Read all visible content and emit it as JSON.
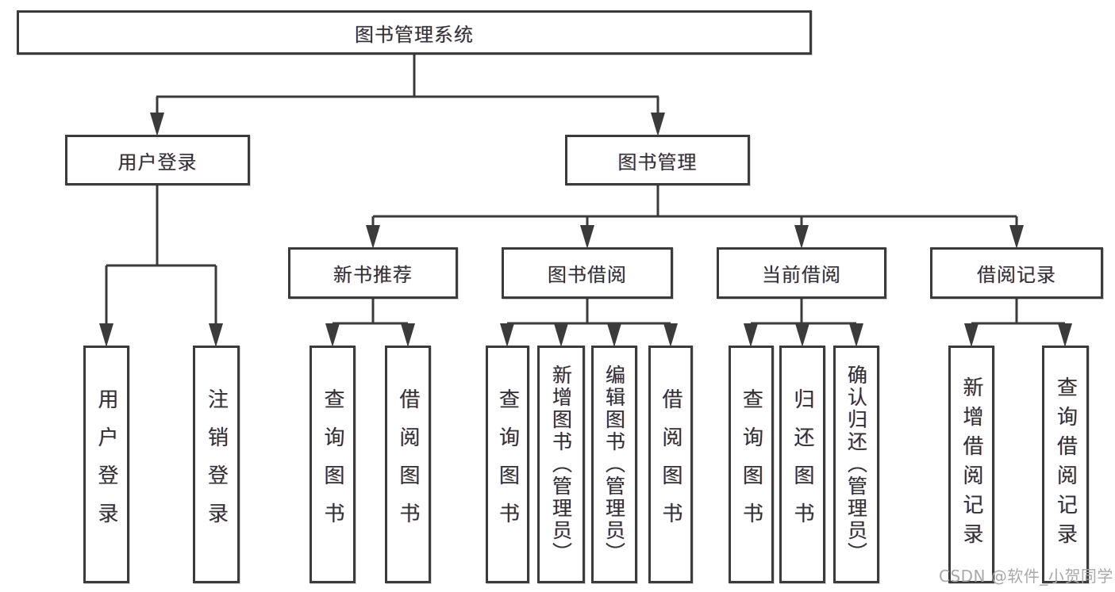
{
  "nodes": {
    "root": "图书管理系统",
    "l2": [
      "用户登录",
      "图书管理"
    ],
    "l3": [
      "新书推荐",
      "图书借阅",
      "当前借阅",
      "借阅记录"
    ],
    "leaves": {
      "login": [
        "用户登录",
        "注销登录"
      ],
      "newbook": [
        "查询图书",
        "借阅图书"
      ],
      "borrow": [
        "查询图书",
        "新增图书（管理员）",
        "编辑图书（管理员）",
        "借阅图书"
      ],
      "current": [
        "查询图书",
        "归还图书",
        "确认归还（管理员）"
      ],
      "records": [
        "新增借阅记录",
        "查询借阅记录"
      ]
    }
  },
  "watermark": "CSDN @软件_小贺同学",
  "colors": {
    "line": "#3b3b3b",
    "text": "#323232",
    "watermark": "#a9a9a9",
    "background": "#ffffff"
  }
}
